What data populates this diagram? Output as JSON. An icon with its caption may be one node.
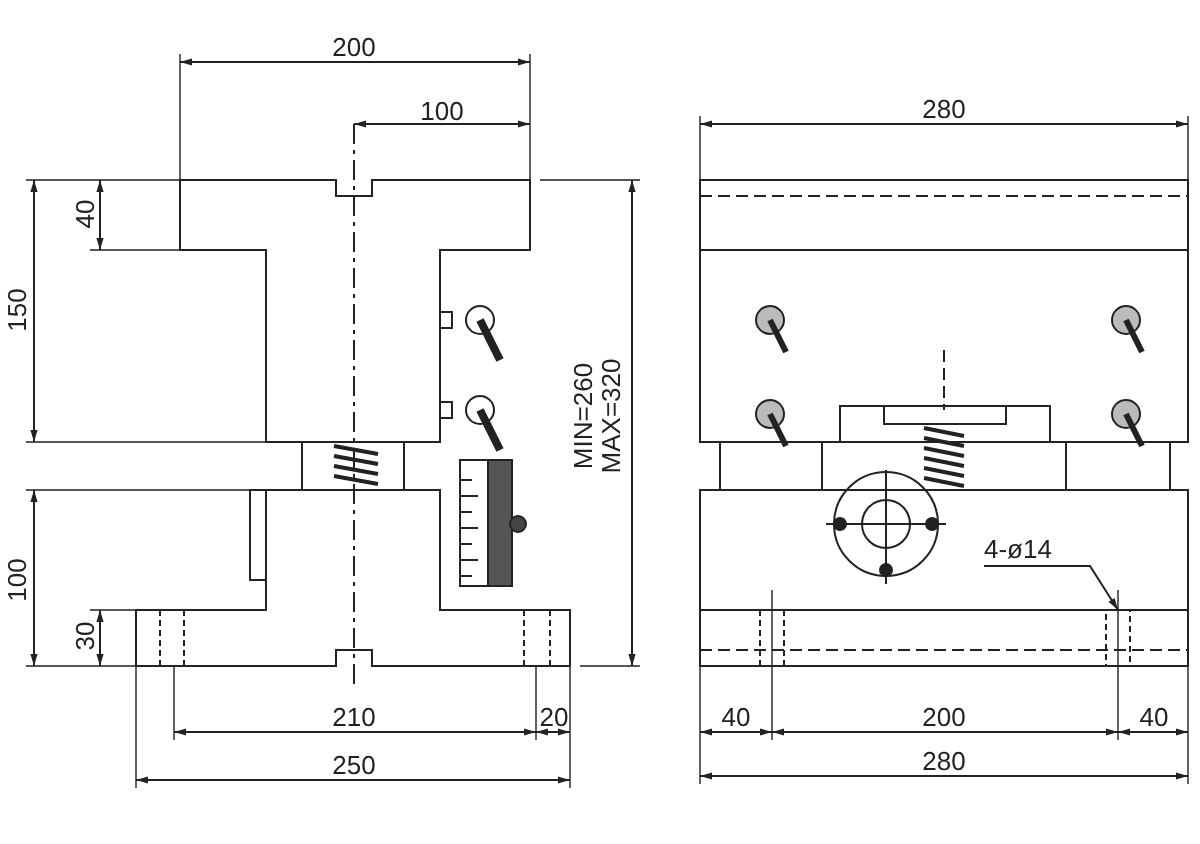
{
  "diagram": {
    "nodes": [
      {
        "text": [
          "4-ø14"
        ]
      },
      {
        "text": [],
        "shape": "box"
      }
    ],
    "edges": [
      {
        "from": 0,
        "to": 1,
        "arrow": "to"
      }
    ],
    "labels": [
      "200",
      "100",
      "40",
      "150",
      "MIN=260",
      "MAX=320",
      "100",
      "30",
      "210",
      "20",
      "250",
      "280",
      "40",
      "200",
      "40",
      "280"
    ]
  }
}
